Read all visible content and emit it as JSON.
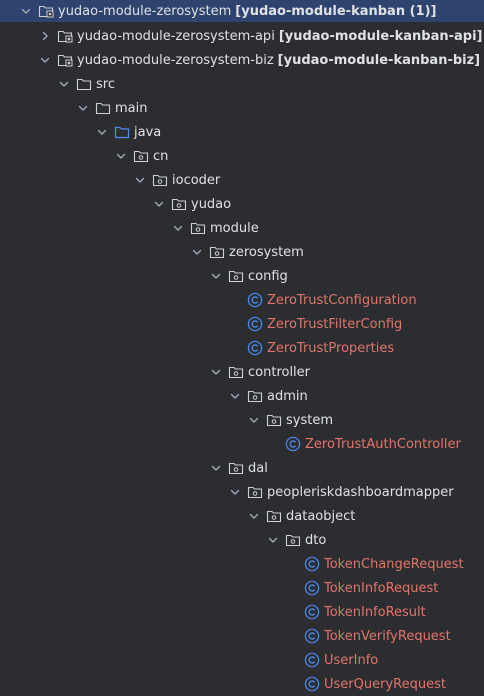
{
  "tree": [
    {
      "depth": 0,
      "expanded": true,
      "icon": "module-folder-icon",
      "label": "yudao-module-zerosystem",
      "tag": "[yudao-module-kanban (1)]",
      "selected": true
    },
    {
      "depth": 1,
      "expanded": false,
      "icon": "module-folder-icon",
      "label": "yudao-module-zerosystem-api",
      "tag": "[yudao-module-kanban-api]"
    },
    {
      "depth": 1,
      "expanded": true,
      "icon": "module-folder-icon",
      "label": "yudao-module-zerosystem-biz",
      "tag": "[yudao-module-kanban-biz]"
    },
    {
      "depth": 2,
      "expanded": true,
      "icon": "folder-icon",
      "label": "src"
    },
    {
      "depth": 3,
      "expanded": true,
      "icon": "folder-icon",
      "label": "main"
    },
    {
      "depth": 4,
      "expanded": true,
      "icon": "source-folder-icon",
      "label": "java"
    },
    {
      "depth": 5,
      "expanded": true,
      "icon": "package-icon",
      "label": "cn"
    },
    {
      "depth": 6,
      "expanded": true,
      "icon": "package-icon",
      "label": "iocoder"
    },
    {
      "depth": 7,
      "expanded": true,
      "icon": "package-icon",
      "label": "yudao"
    },
    {
      "depth": 8,
      "expanded": true,
      "icon": "package-icon",
      "label": "module"
    },
    {
      "depth": 9,
      "expanded": true,
      "icon": "package-icon",
      "label": "zerosystem"
    },
    {
      "depth": 10,
      "expanded": true,
      "icon": "package-icon",
      "label": "config"
    },
    {
      "depth": 11,
      "icon": "class-icon",
      "label": "ZeroTrustConfiguration",
      "isClass": true
    },
    {
      "depth": 11,
      "icon": "class-icon",
      "label": "ZeroTrustFilterConfig",
      "isClass": true
    },
    {
      "depth": 11,
      "icon": "class-icon",
      "label": "ZeroTrustProperties",
      "isClass": true
    },
    {
      "depth": 10,
      "expanded": true,
      "icon": "package-icon",
      "label": "controller"
    },
    {
      "depth": 11,
      "expanded": true,
      "icon": "package-icon",
      "label": "admin"
    },
    {
      "depth": 12,
      "expanded": true,
      "icon": "package-icon",
      "label": "system"
    },
    {
      "depth": 13,
      "icon": "class-icon",
      "label": "ZeroTrustAuthController",
      "isClass": true
    },
    {
      "depth": 10,
      "expanded": true,
      "icon": "package-icon",
      "label": "dal"
    },
    {
      "depth": 11,
      "expanded": true,
      "icon": "package-icon",
      "label": "peopleriskdashboardmapper"
    },
    {
      "depth": 12,
      "expanded": true,
      "icon": "package-icon",
      "label": "dataobject"
    },
    {
      "depth": 13,
      "expanded": true,
      "icon": "package-icon",
      "label": "dto"
    },
    {
      "depth": 14,
      "icon": "class-icon",
      "label": "TokenChangeRequest",
      "isClass": true
    },
    {
      "depth": 14,
      "icon": "class-icon",
      "label": "TokenInfoRequest",
      "isClass": true
    },
    {
      "depth": 14,
      "icon": "class-icon",
      "label": "TokenInfoResult",
      "isClass": true
    },
    {
      "depth": 14,
      "icon": "class-icon",
      "label": "TokenVerifyRequest",
      "isClass": true
    },
    {
      "depth": 14,
      "icon": "class-icon",
      "label": "UserInfo",
      "isClass": true
    },
    {
      "depth": 14,
      "icon": "class-icon",
      "label": "UserQueryRequest",
      "isClass": true
    }
  ],
  "colors": {
    "background": "#2b2d30",
    "selection": "#2e436e",
    "text": "#dfe1e5",
    "class_text": "#e2746a",
    "class_icon": "#4a86e8",
    "folder_icon": "#ced0d6",
    "source_folder_icon": "#548af7"
  }
}
